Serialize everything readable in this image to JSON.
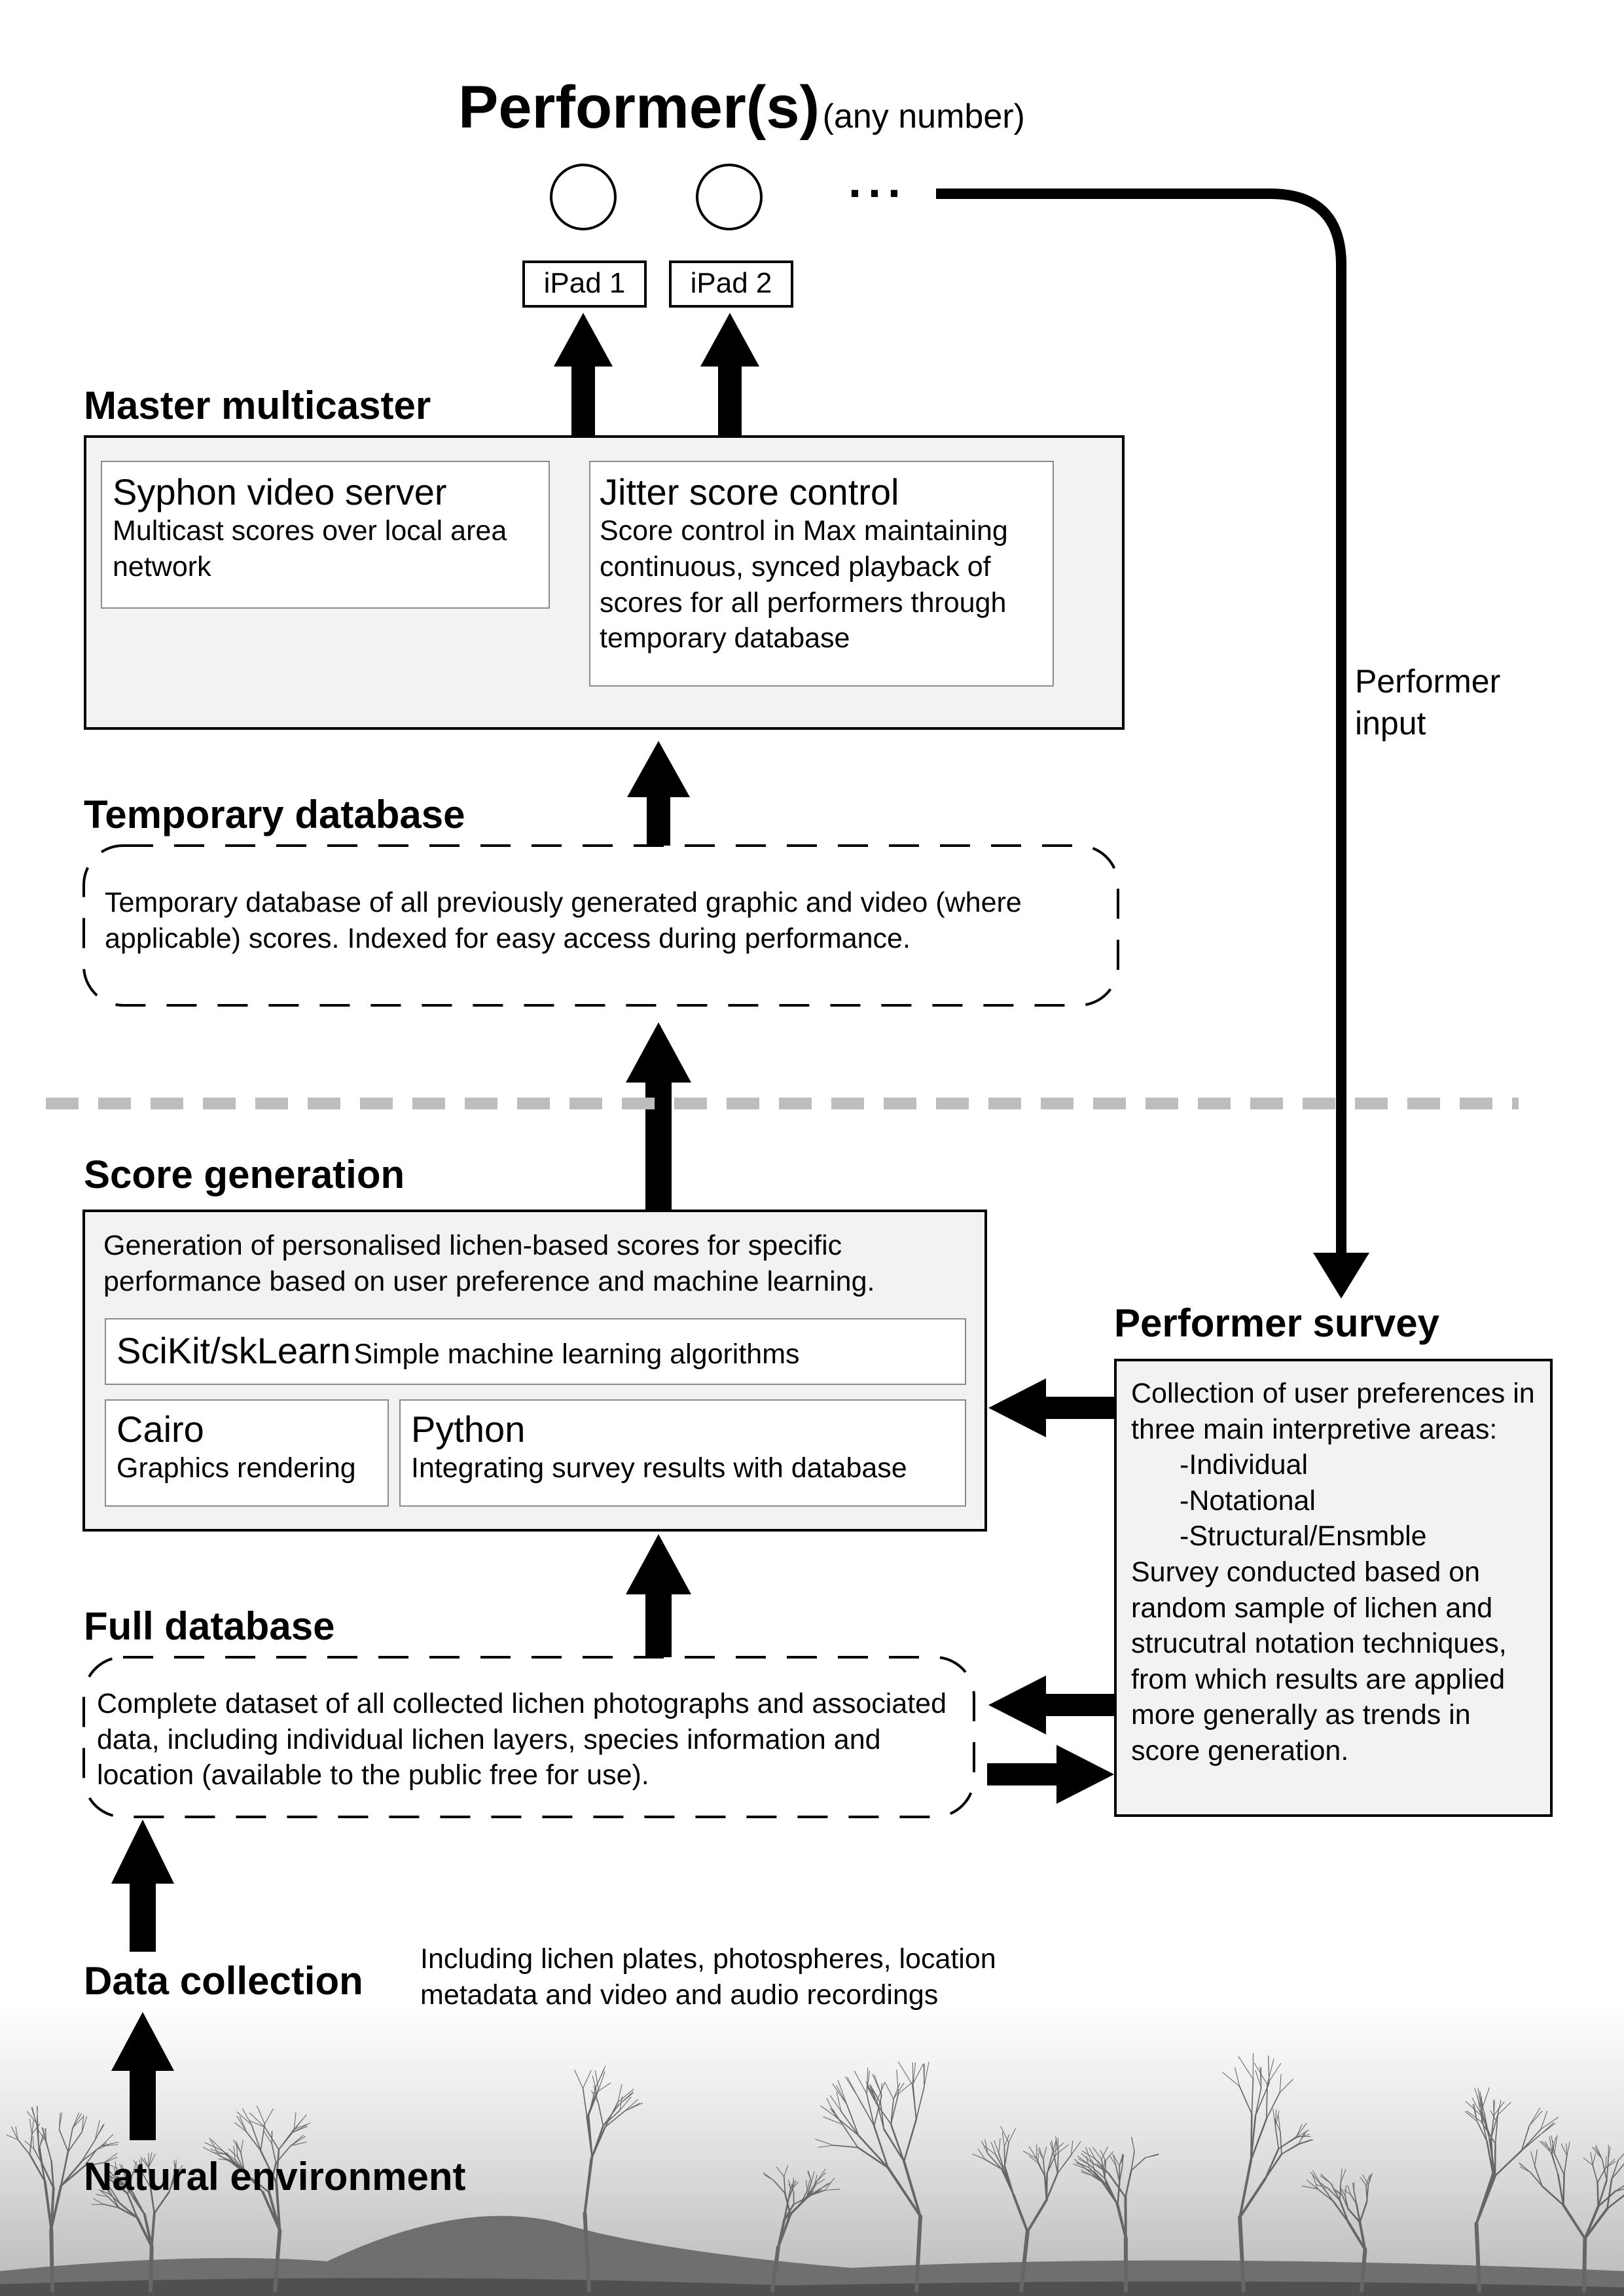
{
  "performers": {
    "title": "Performer(s)",
    "subtitle": "(any number)",
    "ellipsis": "...",
    "devices": [
      "iPad 1",
      "iPad 2"
    ]
  },
  "master_multicaster": {
    "title": "Master multicaster",
    "syphon": {
      "title": "Syphon video server",
      "body": "Multicast scores over local area network"
    },
    "jitter": {
      "title": "Jitter score control",
      "body": "Score control in Max maintaining continuous, synced playback of scores for all performers through temporary database"
    }
  },
  "performer_input_label": "Performer input",
  "temporary_database": {
    "title": "Temporary database",
    "body": "Temporary database of all previously generated graphic and video (where applicable) scores. Indexed for easy access during performance."
  },
  "score_generation": {
    "title": "Score generation",
    "body": "Generation of personalised lichen-based scores for specific performance based on user preference and machine learning.",
    "scikit": {
      "title": "SciKit/skLearn",
      "body": "Simple machine learning algorithms"
    },
    "cairo": {
      "title": "Cairo",
      "body": "Graphics rendering"
    },
    "python": {
      "title": "Python",
      "body": "Integrating survey results with database"
    }
  },
  "performer_survey": {
    "title": "Performer survey",
    "intro": "Collection of user preferences in three main interpretive areas:",
    "areas": [
      "-Individual",
      "-Notational",
      "-Structural/Ensmble"
    ],
    "outro": "Survey conducted based on random sample of lichen and strucutral notation techniques, from which results are applied more generally as trends in score generation."
  },
  "full_database": {
    "title": "Full database",
    "body": "Complete dataset of all collected lichen photographs and associated data, including individual lichen layers, species information and location (available to the public free for use)."
  },
  "data_collection": {
    "title": "Data collection",
    "note": "Including lichen plates, photospheres, location metadata and video and audio recordings"
  },
  "natural_environment": {
    "title": "Natural environment"
  },
  "colors": {
    "panel_fill": "#f2f2f2",
    "divider": "#bdbdbd",
    "subbox_border": "#8a8a8a",
    "landscape_fog": "#b7b9bb"
  }
}
